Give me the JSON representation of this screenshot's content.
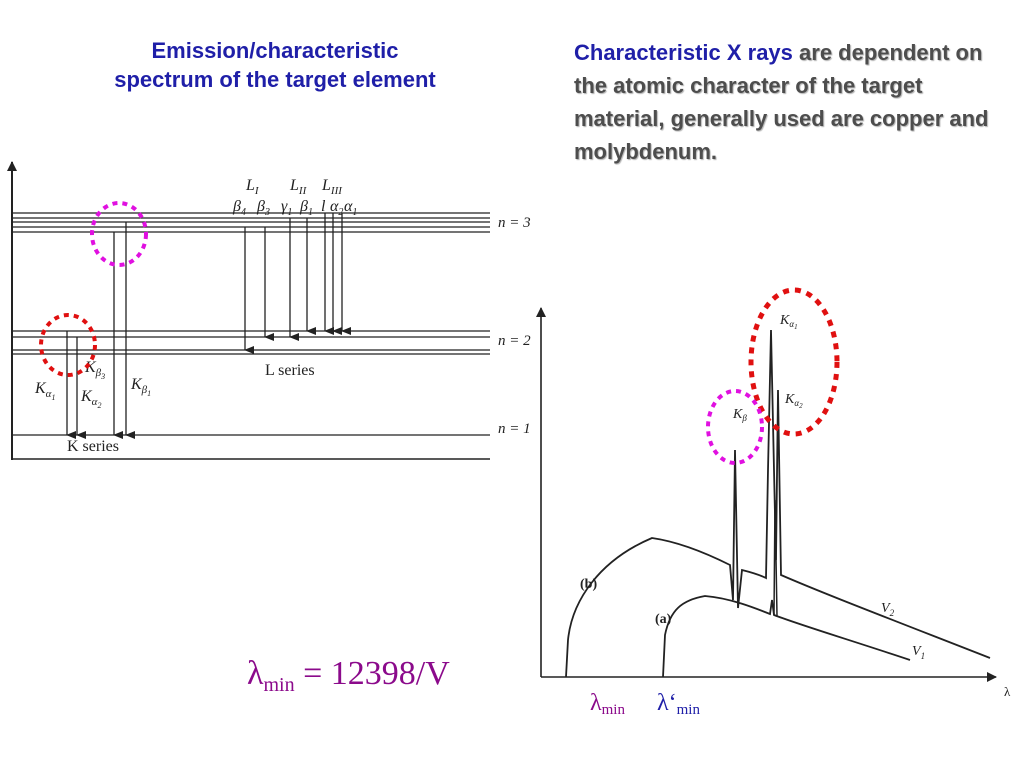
{
  "title_left": {
    "line1": "Emission/characteristic",
    "line2": "spectrum of the target element"
  },
  "description": {
    "highlight": "Characteristic X rays",
    "rest": "are dependent on the atomic character of the target material, generally used are copper and molybdenum."
  },
  "energy_diagram": {
    "levels": [
      "n = 3",
      "n = 2",
      "n = 1"
    ],
    "l_transition_labels": [
      "L",
      "L",
      "L",
      "β",
      "β",
      "γ",
      "β",
      "l",
      "α",
      "α"
    ],
    "l_subscripts": [
      "I",
      "II",
      "III",
      "4",
      "3",
      "1",
      "2",
      "1"
    ],
    "k_transition_labels": [
      "K",
      "K",
      "K",
      "K"
    ],
    "k_subscripts": [
      "α",
      "β",
      "α",
      "β",
      "1",
      "3",
      "2",
      "1"
    ],
    "series": [
      "L series",
      "K series"
    ]
  },
  "spectrum": {
    "axis_label": "λ",
    "curves": [
      "(b)",
      "(a)"
    ],
    "voltages": [
      "V",
      "V"
    ],
    "voltage_subscripts": [
      "2",
      "1"
    ],
    "peaks": [
      "K",
      "K",
      "K"
    ],
    "peak_subscripts": [
      "α",
      "α",
      "β",
      "1",
      "2"
    ],
    "lambda_min_label": "λ",
    "lambda_min_sub": "min",
    "lambda_min2_label": "λ‘",
    "lambda_min2_sub": "min"
  },
  "formula": {
    "lambda": "λ",
    "sub": "min",
    "rest": " = 12398/V"
  },
  "colors": {
    "title_blue": "#1f1fa8",
    "body_gray": "#4d4d4d",
    "formula_purple": "#8b0a8b",
    "circle_red": "#e01010",
    "circle_magenta": "#e010e0"
  }
}
